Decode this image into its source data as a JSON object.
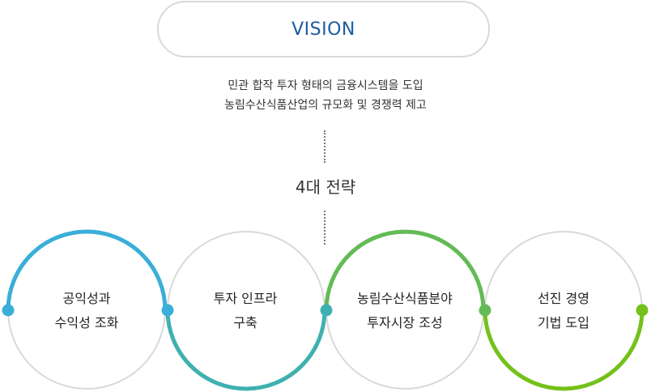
{
  "vision": {
    "title": "VISION",
    "description": [
      "민관 합작 투자 형태의 금융시스템을 도입",
      "농림수산식품산업의 규모화 및 경쟁력 제고"
    ]
  },
  "strategy": {
    "title": "4대 전략",
    "items": [
      {
        "lines": [
          "공익성과",
          "수익성 조화"
        ],
        "color": "#3aaed8"
      },
      {
        "lines": [
          "투자 인프라",
          "구축"
        ],
        "color": "#3fb0b0"
      },
      {
        "lines": [
          "농림수산식품분야",
          "투자시장 조성"
        ],
        "color": "#63bb55"
      },
      {
        "lines": [
          "선진 경영",
          "기법 도입"
        ],
        "color": "#74c11b"
      }
    ]
  },
  "colors": {
    "vision_text": "#1e5aa0",
    "circle_outline": "#d9d9d9"
  }
}
